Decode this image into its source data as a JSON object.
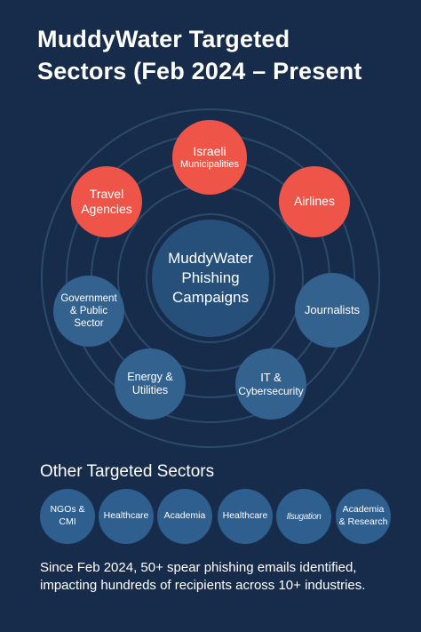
{
  "title": {
    "line1": "MuddyWater Targeted",
    "line2": "Sectors (Feb 2024 – Present"
  },
  "diagram": {
    "center": {
      "line1": "MuddyWater",
      "line2": "Phishing",
      "line3": "Campaigns"
    },
    "nodes": [
      {
        "line1": "Israeli",
        "line2": "Municipalities"
      },
      {
        "line1": "Airlines"
      },
      {
        "line1": "Journalists"
      },
      {
        "line1": "IT &",
        "line2": "Cybersecurity"
      },
      {
        "line1": "Energy &",
        "line2": "Utilities"
      },
      {
        "line1": "Government",
        "line2": "& Public",
        "line3": "Sector"
      },
      {
        "line1": "Travel",
        "line2": "Agencies"
      }
    ],
    "colors": {
      "red": "#ee5548",
      "blue": "#33628f",
      "center": "#264f7a",
      "rings": "#2c4a6c"
    }
  },
  "other": {
    "heading": "Other Targeted Sectors",
    "items": [
      {
        "line1": "NGOs &",
        "line2": "CMI"
      },
      {
        "line1": "Healthcare"
      },
      {
        "line1": "Academia"
      },
      {
        "line1": "Healthcare"
      },
      {
        "line1": "Ilsugation"
      },
      {
        "line1": "Academia",
        "line2": "& Research"
      }
    ]
  },
  "footer": {
    "line1": "Since Feb 2024, 50+ spear phishing emails identified,",
    "line2": "impacting hundreds of recipients across 10+ industries."
  }
}
